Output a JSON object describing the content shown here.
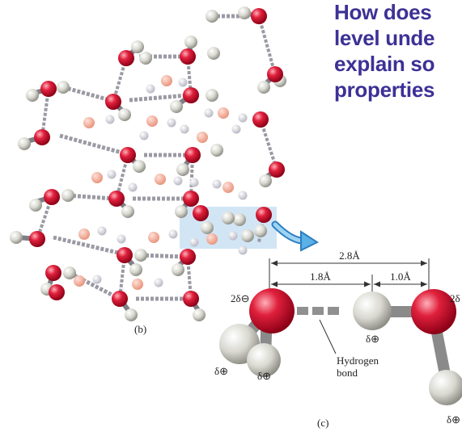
{
  "question": {
    "lines": [
      "How does",
      "level unde",
      "explain so",
      "properties"
    ]
  },
  "panel_b": {
    "label": "(b)"
  },
  "panel_c": {
    "label": "(c)",
    "distance_total": "2.8Å",
    "distance_hbond": "1.8Å",
    "distance_covalent": "1.0Å",
    "charge_oxygen_left": "2δ⊖",
    "charge_oxygen_right": "2δ",
    "charge_h_bottom_left": "δ⊕",
    "charge_h_bottom_mid": "δ⊕",
    "charge_h_center": "δ⊕",
    "charge_h_right": "δ⊕",
    "hbond_label_line1": "Hydrogen",
    "hbond_label_line2": "bond"
  },
  "colors": {
    "question_text": "#3c3196",
    "oxygen": "#d0102c",
    "hydrogen": "#dcdcd4",
    "highlight": "#bcd8f0",
    "arrow": "#3a9ad8"
  }
}
